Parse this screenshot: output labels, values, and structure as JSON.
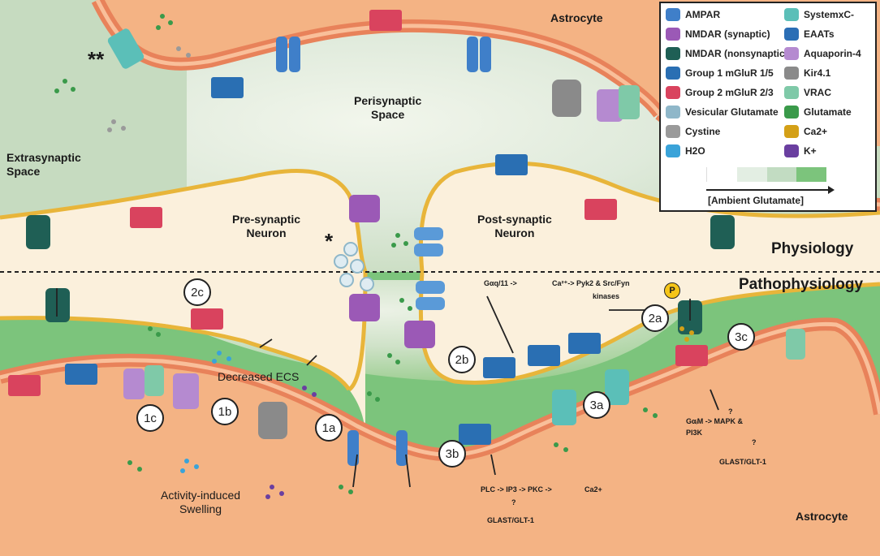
{
  "regions": {
    "astrocyte_top": "Astrocyte",
    "astrocyte_bottom": "Astrocyte",
    "perisynaptic": "Perisynaptic\nSpace",
    "extrasynaptic": "Extrasynaptic\nSpace",
    "presynaptic": "Pre-synaptic\nNeuron",
    "postsynaptic": "Post-synaptic\nNeuron"
  },
  "sections": {
    "physiology": "Physiology",
    "pathophysiology": "Pathophysiology"
  },
  "markers": {
    "double_star": "**",
    "star": "*"
  },
  "steps": [
    "1a",
    "1b",
    "1c",
    "2a",
    "2b",
    "2c",
    "3a",
    "3b",
    "3c"
  ],
  "phospho": "P",
  "annotations": {
    "decreased_ecs": "Decreased ECS",
    "swelling": "Activity-induced\nSwelling",
    "gaq_part1": "Gαq/11 ->",
    "gaq_part2": "Ca²⁺-> Pyk2 & Src/Fyn",
    "gaq_part3": "kinases",
    "plc": "PLC -> IP3 -> PKC ->",
    "plc_end": "Ca2+",
    "glast_down": "GLAST/GLT-1",
    "question": "?",
    "gai": "GαᵢM -> MAPK &",
    "pi3k": "PI3K",
    "glast_up": "GLAST/GLT-1"
  },
  "legend": {
    "items_left": [
      {
        "label": "AMPAR",
        "icon": "ampar-icon",
        "color": "#3f7fc9"
      },
      {
        "label": "NMDAR (synaptic)",
        "icon": "nmdar-synaptic-icon",
        "color": "#9b59b6"
      },
      {
        "label": "NMDAR (nonsynaptic)",
        "icon": "nmdar-nonsynaptic-icon",
        "color": "#1f5f55"
      },
      {
        "label": "Group 1 mGluR 1/5",
        "icon": "mglur1-icon",
        "color": "#2a6fb3"
      },
      {
        "label": "Group 2 mGluR 2/3",
        "icon": "mglur2-icon",
        "color": "#d9435e"
      },
      {
        "label": "Vesicular Glutamate",
        "icon": "vesicle-icon",
        "color": "#8fb7c9"
      },
      {
        "label": "Cystine",
        "icon": "cystine-icon",
        "color": "#9a9a9a"
      },
      {
        "label": "H2O",
        "icon": "water-icon",
        "color": "#3aa3d9"
      }
    ],
    "items_right": [
      {
        "label": "SystemxC-",
        "icon": "systemxc-icon",
        "color": "#5bbfb8"
      },
      {
        "label": "EAATs",
        "icon": "eaat-icon",
        "color": "#2b6eb5"
      },
      {
        "label": "Aquaporin-4",
        "icon": "aquaporin-icon",
        "color": "#b58ad0"
      },
      {
        "label": "Kir4.1",
        "icon": "kir-icon",
        "color": "#8a8a8a"
      },
      {
        "label": "VRAC",
        "icon": "vrac-icon",
        "color": "#7fc9a8"
      },
      {
        "label": "Glutamate",
        "icon": "glutamate-icon",
        "color": "#3a9a4a"
      },
      {
        "label": "Ca2+",
        "icon": "calcium-icon",
        "color": "#d4a017"
      },
      {
        "label": "K+",
        "icon": "potassium-icon",
        "color": "#6a3fa0"
      }
    ],
    "gradient_colors": [
      "#ffffff",
      "#e3eee3",
      "#c2dcc2",
      "#7cc47c"
    ],
    "gradient_label": "[Ambient Glutamate]"
  },
  "colors": {
    "astrocyte": "#f4b384",
    "membrane_outer": "#e8825a",
    "membrane_inner": "#f7a880",
    "neuron": "#fbf0dc",
    "neuron_outline": "#e8b53a",
    "space_light": "#e6efe0",
    "space_mid": "#cfe0c8",
    "space_green": "#6cbf6c"
  }
}
